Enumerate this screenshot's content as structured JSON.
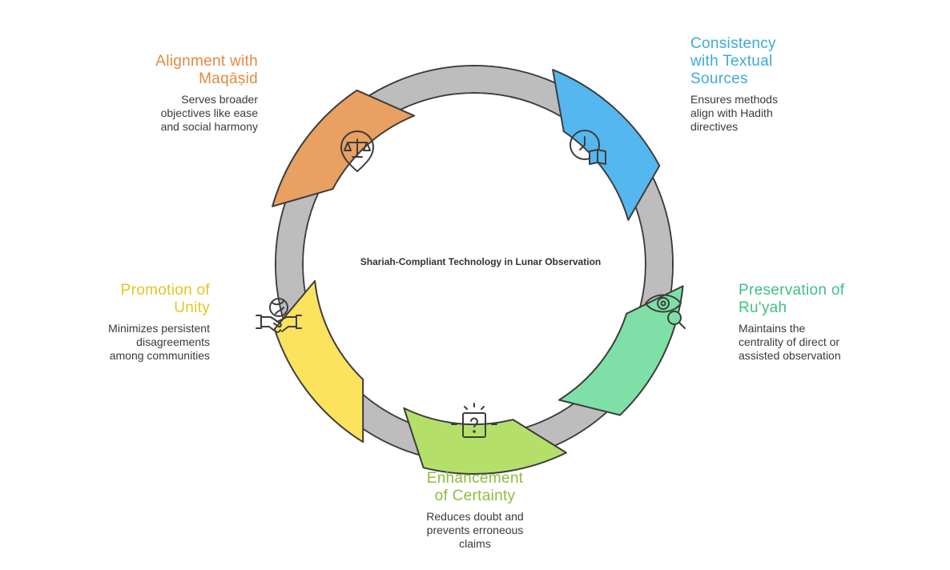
{
  "center_title": "Shariah-Compliant Technology in Lunar Observation",
  "colors": {
    "ring": "#bdbdbd",
    "outline": "#3d3d3d",
    "orange": "#e9a060",
    "blue": "#55b7ef",
    "green": "#7ee0a6",
    "lime": "#b4e06a",
    "yellow": "#fbe35e"
  },
  "nodes": [
    {
      "id": "alignment",
      "title_lines": [
        "Alignment with",
        "Maqāṣid"
      ],
      "desc_lines": [
        "Serves broader",
        "objectives like ease",
        "and social harmony"
      ],
      "title_color": "#e08a40",
      "fill": "#e9a060",
      "icon": "scales-pin-icon"
    },
    {
      "id": "consistency",
      "title_lines": [
        "Consistency",
        "with Textual",
        "Sources"
      ],
      "desc_lines": [
        "Ensures methods",
        "align with Hadith",
        "directives"
      ],
      "title_color": "#3ea9dc",
      "fill": "#55b7ef",
      "icon": "clock-book-icon"
    },
    {
      "id": "preservation",
      "title_lines": [
        "Preservation of",
        "Ru'yah"
      ],
      "desc_lines": [
        "Maintains the",
        "centrality of direct or",
        "assisted observation"
      ],
      "title_color": "#3fbf86",
      "fill": "#7ee0a6",
      "icon": "eye-search-icon"
    },
    {
      "id": "enhancement",
      "title_lines": [
        "Enhancement",
        "of Certainty"
      ],
      "desc_lines": [
        "Reduces doubt and",
        "prevents erroneous",
        "claims"
      ],
      "title_color": "#8cbd3c",
      "fill": "#b4e06a",
      "icon": "question-box-icon"
    },
    {
      "id": "promotion",
      "title_lines": [
        "Promotion of",
        "Unity"
      ],
      "desc_lines": [
        "Minimizes persistent",
        "disagreements",
        "among communities"
      ],
      "title_color": "#e3c624",
      "fill": "#fbe35e",
      "icon": "handshake-globe-icon"
    }
  ]
}
